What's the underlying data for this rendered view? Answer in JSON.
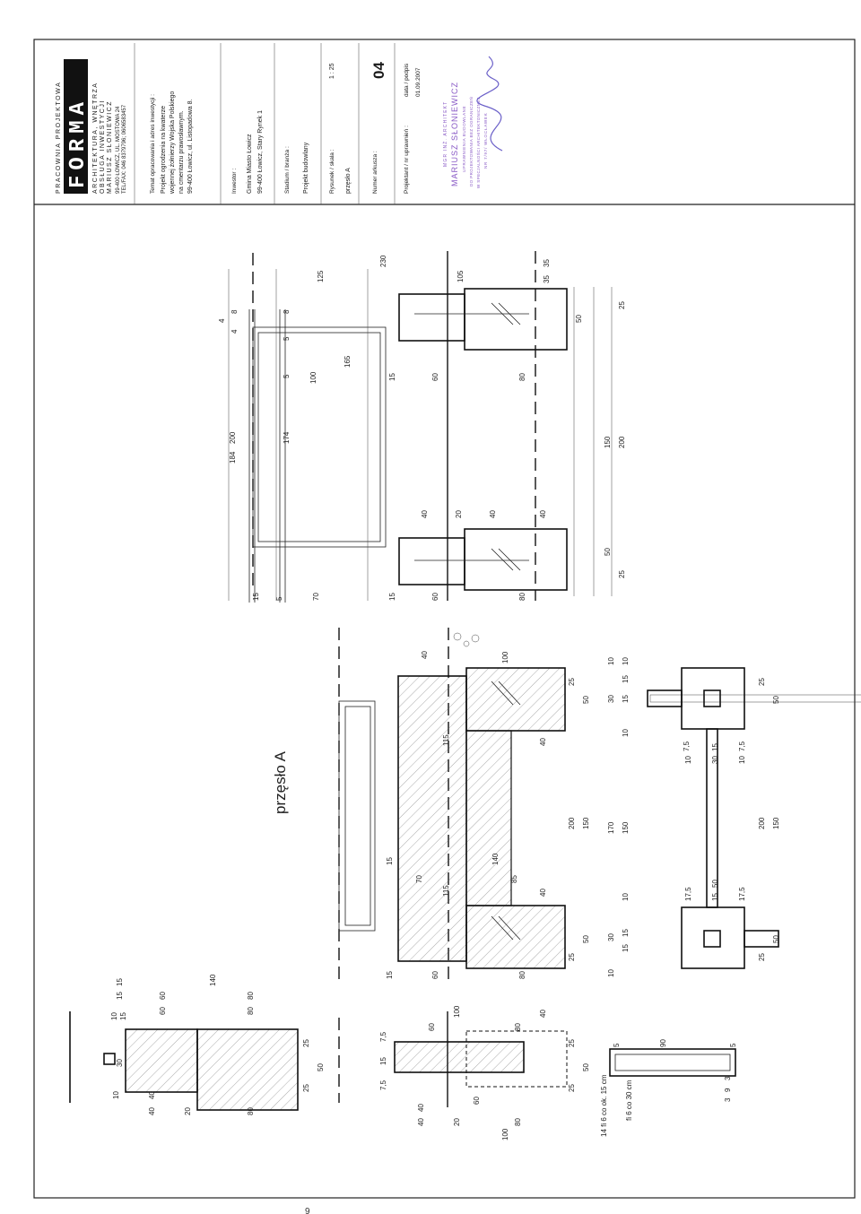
{
  "title_block": {
    "logo_word": "FORMA",
    "studio_label": "PRACOWNIA PROJEKTOWA",
    "studio_line1": "ARCHITEKTURA, WNĘTRZA",
    "studio_line2": "OBSŁUGA INWESTYCJI",
    "studio_line3": "MARIUSZ SŁONIEWICZ",
    "address": "99-400 ŁOWICZ, UL. MOSTOWA 24",
    "phone": "TEL/FAX: 046 8379796; 0606583457",
    "topic_label": "Temat opracowania i adres inwestycji :",
    "topic_line1": "Projekt ogrodzenia na kwaterze",
    "topic_line2": "wojennej żołnierzy Wojska Polskiego",
    "topic_line3": "na cmentarzu prawosławnym.",
    "topic_line4": "99-400 Łowicz, ul. Listopadowa 8.",
    "investor_label": "Inwestor :",
    "investor_line1": "Gmina Miasto Łowicz",
    "investor_line2": "99-400 Łowicz, Stary Rynek 1",
    "stage_label": "Stadium / branża :",
    "stage_value": "Projekt budowlany",
    "drawing_label": "Rysunek / skala :",
    "drawing_value": "przęsło A",
    "scale_value": "1 : 25",
    "sheet_label": "Numer arkusza :",
    "sheet_number": "04",
    "designer_label": "Projektant / nr uprawnień :",
    "date_label": "data / podpis",
    "date_value": "01.09.2007"
  },
  "stamp": {
    "line1": "MGR INŻ. ARCHITEKT",
    "line2": "MARIUSZ SŁONIEWICZ",
    "line3": "UPRAWNIENIA BUDOWLANE",
    "line4": "DO PROJEKTOWANIA BEZ OGRANICZEŃ",
    "line5": "W SPECJALNOŚCI ARCHITEKTONICZNEJ",
    "line6": "NR 7/97/ WŁOCŁAWEK"
  },
  "drawing_title": "przęsło A",
  "dims_top": {
    "d230": "230",
    "d125": "125",
    "d105": "105",
    "d35a": "35",
    "d35b": "35",
    "d200": "200",
    "d184": "184",
    "d174": "174",
    "d165": "165",
    "d100": "100",
    "d4a": "4",
    "d4b": "4",
    "d8a": "8",
    "d8b": "8",
    "d5a": "5",
    "d5b": "5",
    "d15a": "15",
    "d15b": "15",
    "d60a": "60",
    "d80a": "80",
    "d40a": "40",
    "d20a": "20",
    "d40b": "40",
    "d40c": "40",
    "d50a": "50",
    "d150a": "150",
    "d50b": "50",
    "d25a": "25",
    "d200b": "200",
    "d25b": "25",
    "d15c": "15",
    "d5c": "5",
    "d70": "70",
    "d15d": "15",
    "d60b": "60",
    "d80b": "80"
  },
  "dims_mid": {
    "d40": "40",
    "d100": "100",
    "d115a": "115",
    "d40b": "40",
    "d15": "15",
    "d70": "70",
    "d140": "140",
    "d85": "85",
    "d115b": "115",
    "d40c": "40",
    "d15b": "15",
    "d60": "60",
    "d80": "80",
    "d25a": "25",
    "d50a": "50",
    "d200": "200",
    "d150": "150",
    "d50b": "50",
    "d25b": "25",
    "d10a": "10",
    "d10b": "10",
    "d30a": "30",
    "d15c": "15",
    "d15d": "15",
    "d10c": "10",
    "d170": "170",
    "d150b": "150",
    "d10d": "10",
    "d30b": "30",
    "d15e": "15",
    "d15f": "15",
    "d10e": "10"
  },
  "dims_plan": {
    "d75a": "7,5",
    "d15a": "15",
    "d75b": "7,5",
    "d10a": "10",
    "d30": "30",
    "d10b": "10",
    "d175a": "17,5",
    "d15b": "15",
    "d175b": "17,5",
    "d50": "50",
    "d25a": "25",
    "d50a": "50",
    "d200": "200",
    "d150": "150",
    "d50b": "50",
    "d25b": "25"
  },
  "dims_bottom": {
    "d15a": "15",
    "d15b": "15",
    "d140": "140",
    "d60a": "60",
    "d80a": "80",
    "d60b": "60",
    "d80b": "80",
    "d10a": "10",
    "d15c": "15",
    "d10b": "10",
    "d40a": "40",
    "d40b": "40",
    "d20": "20",
    "d80c": "80",
    "d30": "30",
    "d25a": "25",
    "d25b": "25",
    "d50": "50",
    "d100a": "100",
    "d60c": "60",
    "d80d": "80",
    "d40c": "40",
    "d75a": "7,5",
    "d15d": "15",
    "d75b": "7,5",
    "d40d": "40",
    "d60d": "60",
    "d40e": "40",
    "d20b": "20",
    "d80e": "80",
    "d100b": "100",
    "d25c": "25",
    "d50b": "50",
    "d25d": "25",
    "d90": "90",
    "d5a": "5",
    "d5b": "5",
    "d3a": "3",
    "d9": "9",
    "d3b": "3",
    "rebar1": "14 fi 6 co ok. 15 cm",
    "rebar2": "fi 6 co 30 cm"
  },
  "page_number": "9"
}
